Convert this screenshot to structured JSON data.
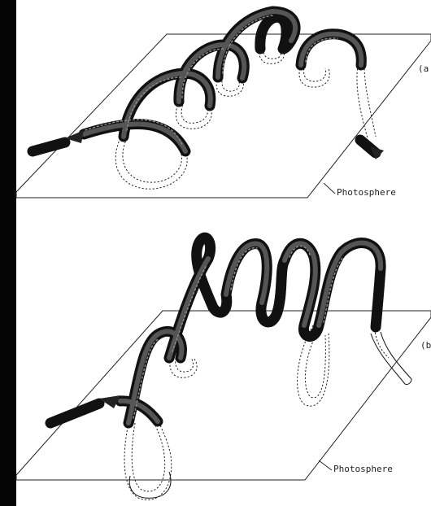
{
  "panels": [
    {
      "id": "a",
      "label": "(a",
      "surface_label": "Photosphere"
    },
    {
      "id": "b",
      "label": "(b",
      "surface_label": "Photosphere"
    }
  ],
  "colors": {
    "tube": "#111111",
    "tube_core": "#555555",
    "background": "#ffffff",
    "left_edge": "#050505"
  }
}
